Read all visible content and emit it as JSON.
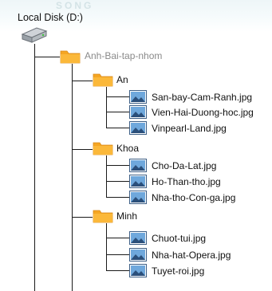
{
  "watermark": "SONG",
  "root": {
    "label": "Local Disk (D:)",
    "icon": "hard-drive-icon"
  },
  "main_folder": {
    "label": "Anh-Bai-tap-nhom",
    "icon": "folder-icon"
  },
  "folders": [
    {
      "label": "An",
      "icon": "folder-icon",
      "files": [
        "San-bay-Cam-Ranh.jpg",
        "Vien-Hai-Duong-hoc.jpg",
        "Vinpearl-Land.jpg"
      ]
    },
    {
      "label": "Khoa",
      "icon": "folder-icon",
      "files": [
        "Cho-Da-Lat.jpg",
        "Ho-Than-tho.jpg",
        "Nha-tho-Con-ga.jpg"
      ]
    },
    {
      "label": "Minh",
      "icon": "folder-icon",
      "files": [
        "Chuot-tui.jpg",
        "Nha-hat-Opera.jpg",
        "Tuyet-roi.jpg"
      ]
    }
  ],
  "colors": {
    "folder": "#f5a623",
    "lines": "#1a1a1a",
    "image_icon": "#2f6fb0"
  }
}
